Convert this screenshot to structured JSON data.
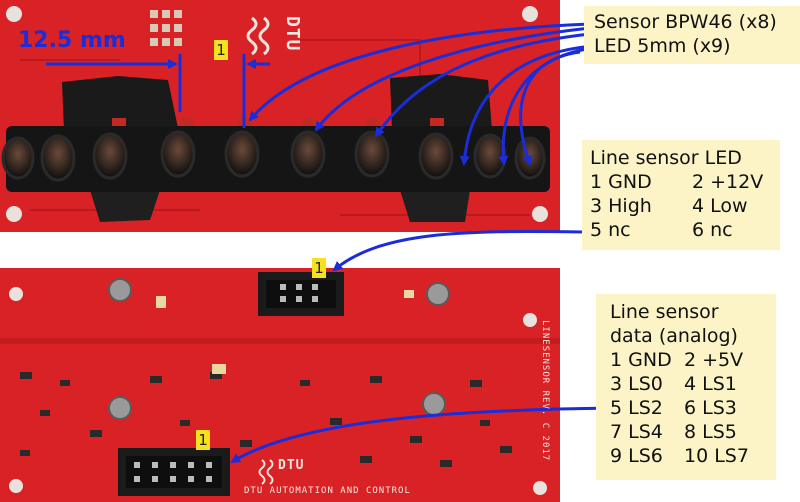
{
  "dimension": {
    "label": "12.5 mm"
  },
  "pins": {
    "marker": "1"
  },
  "sensor_callout": {
    "lines": [
      "Sensor BPW46 (x8)",
      "LED 5mm (x9)"
    ]
  },
  "led_connector_callout": {
    "title": "Line sensor LED",
    "rows": [
      [
        "1 GND",
        "2 +12V"
      ],
      [
        "3 High",
        "4 Low"
      ],
      [
        "5 nc",
        "6 nc"
      ]
    ]
  },
  "data_connector_callout": {
    "title_lines": [
      "Line sensor",
      "data (analog)"
    ],
    "rows": [
      [
        "1 GND",
        "2 +5V"
      ],
      [
        "3 LS0",
        "4 LS1"
      ],
      [
        "5 LS2",
        "6 LS3"
      ],
      [
        "7 LS4",
        "8 LS5"
      ],
      [
        "9 LS6",
        "10 LS7"
      ]
    ]
  },
  "board_markings": {
    "logo": "DTU",
    "revision": "LINESENSOR REV. C 2017",
    "footer": "DTU AUTOMATION AND CONTROL"
  },
  "colors": {
    "pcb": "#d92226",
    "pcb_dark": "#a8171b",
    "annotation": "#1a2dd8",
    "callout_bg": "#fcf3c6",
    "badge": "#f5e21d"
  }
}
